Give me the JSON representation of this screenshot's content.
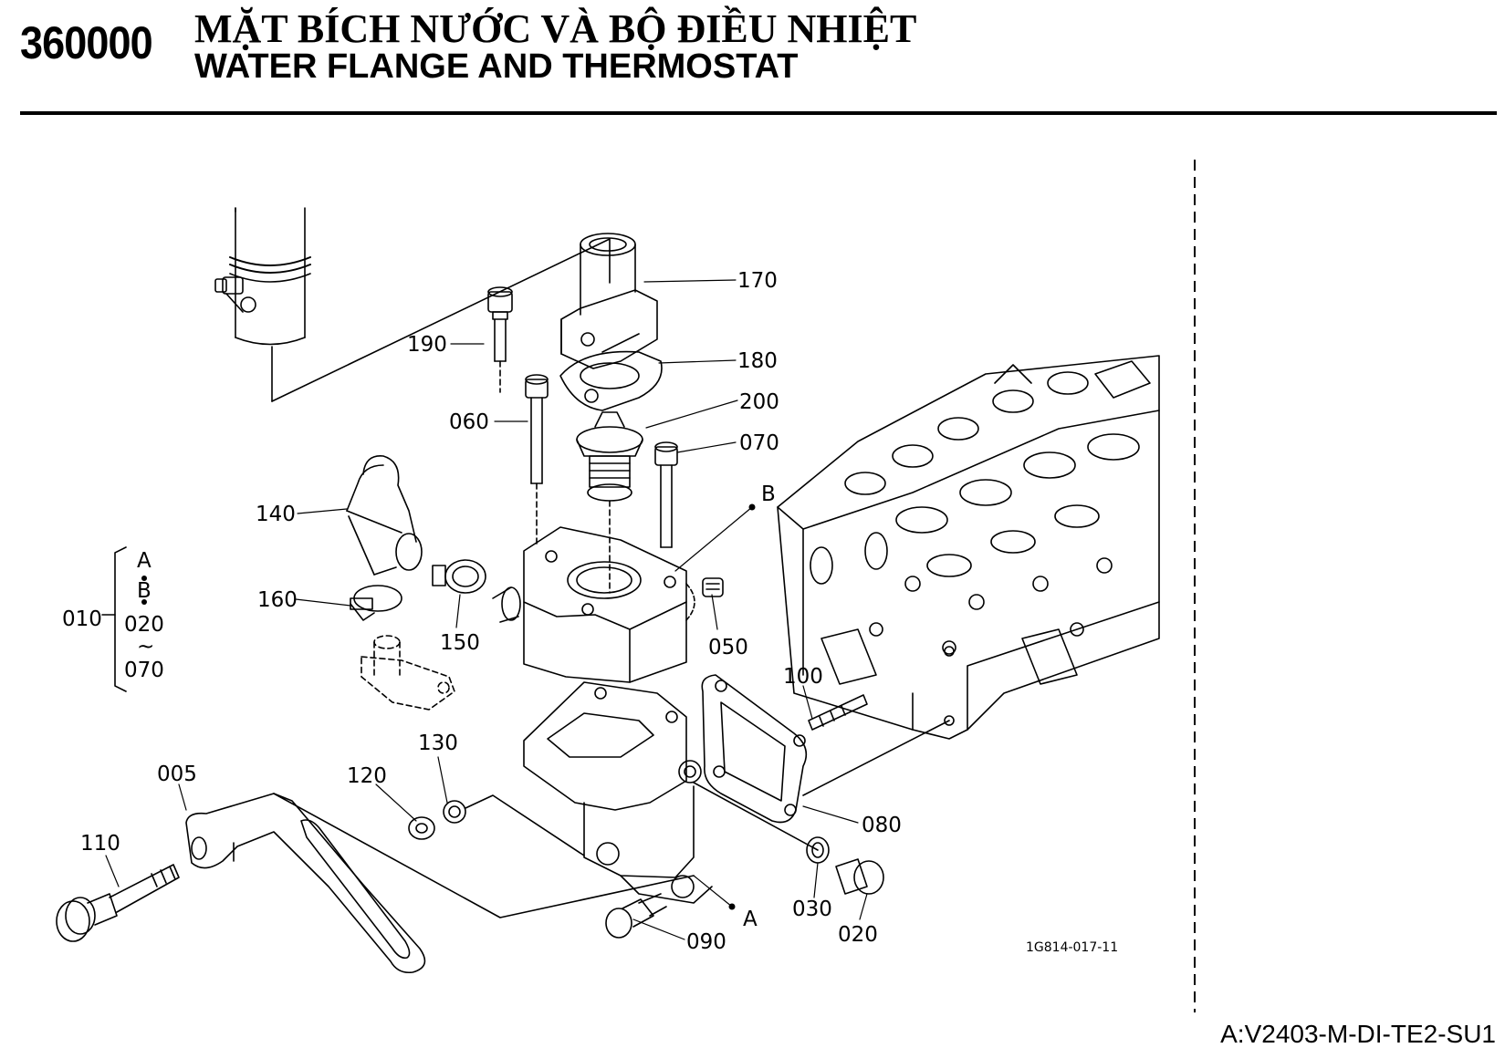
{
  "header": {
    "section_number": "360000",
    "title_vi": "MẶT BÍCH NƯỚC VÀ BỘ ĐIỀU NHIỆT",
    "title_en": "WATER FLANGE AND THERMOSTAT"
  },
  "diagram": {
    "part_labels": [
      "170",
      "190",
      "180",
      "060",
      "200",
      "070",
      "140",
      "160",
      "150",
      "050",
      "100",
      "130",
      "120",
      "005",
      "110",
      "080",
      "030",
      "020",
      "090"
    ],
    "ref_letters": [
      "A",
      "B"
    ],
    "group_bracket": {
      "label": "010",
      "items": [
        "A",
        "B",
        "020",
        "~",
        "070"
      ]
    },
    "drawing_code": "1G814-017-11"
  },
  "footer": {
    "model_code": "A:V2403-M-DI-TE2-SU1"
  }
}
